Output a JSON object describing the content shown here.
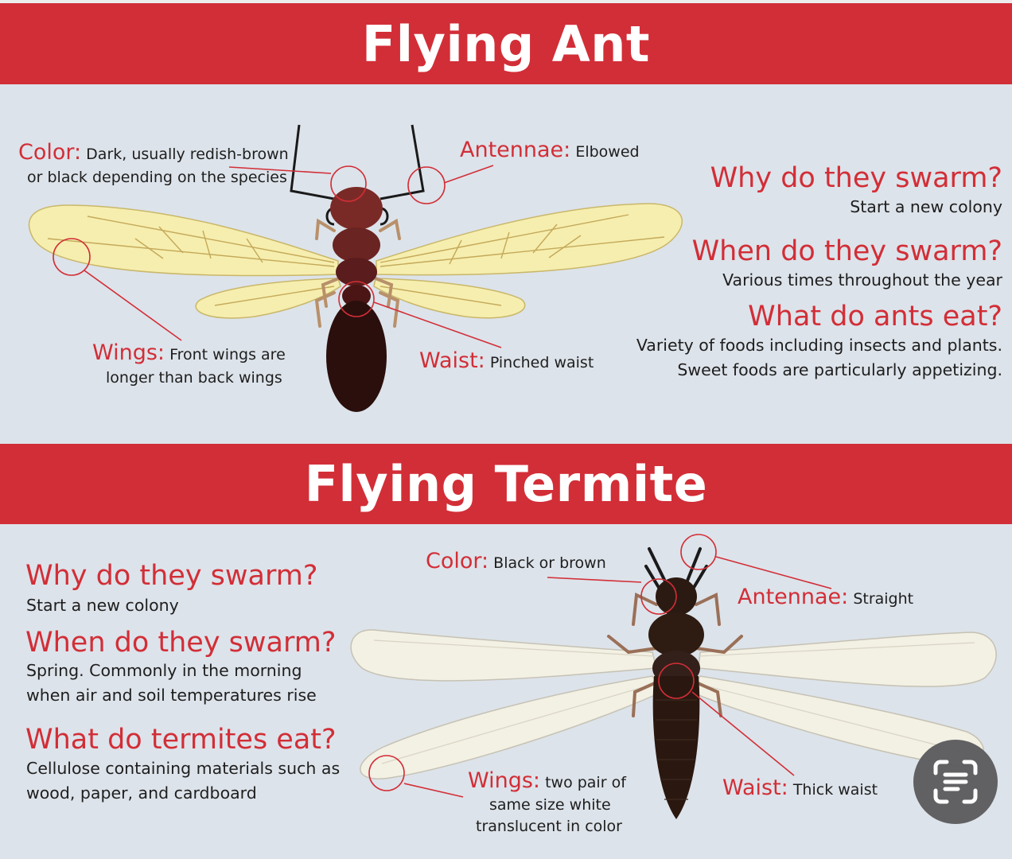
{
  "ant": {
    "title": "Flying Ant",
    "color": {
      "key": "Color:",
      "line1": "Dark, usually redish-brown",
      "line2": "or black depending on the species"
    },
    "antennae": {
      "key": "Antennae:",
      "text": "Elbowed"
    },
    "wings": {
      "key": "Wings:",
      "line1": "Front wings are",
      "line2": "longer than back wings"
    },
    "waist": {
      "key": "Waist:",
      "text": "Pinched waist"
    },
    "faq": [
      {
        "q": "Why do they swarm?",
        "a": [
          "Start a new colony"
        ]
      },
      {
        "q": "When do they swarm?",
        "a": [
          "Various times throughout the year"
        ]
      },
      {
        "q": "What do ants eat?",
        "a": [
          "Variety of foods including insects and plants.",
          "Sweet foods are particularly appetizing."
        ]
      }
    ]
  },
  "termite": {
    "title": "Flying Termite",
    "color": {
      "key": "Color:",
      "text": "Black or brown"
    },
    "antennae": {
      "key": "Antennae:",
      "text": "Straight"
    },
    "wings": {
      "key": "Wings:",
      "line1": "two pair of",
      "line2": "same size white",
      "line3": "translucent in color"
    },
    "waist": {
      "key": "Waist:",
      "text": "Thick waist"
    },
    "faq": [
      {
        "q": "Why do they swarm?",
        "a": [
          "Start a new colony"
        ]
      },
      {
        "q": "When do they swarm?",
        "a": [
          "Spring. Commonly in the morning",
          "when air and soil temperatures rise"
        ]
      },
      {
        "q": "What do termites eat?",
        "a": [
          "Cellulose containing materials such as",
          "wood, paper, and cardboard"
        ]
      }
    ]
  },
  "colors": {
    "accent": "#d22e37",
    "background": "#dde3ea",
    "ant_wing": "#f6eeae",
    "termite_wing": "#f3f0e4",
    "ant_body": "#5a1c1c",
    "termite_body": "#2a1810"
  },
  "overlay": {
    "button_icon": "text-scan-icon"
  }
}
